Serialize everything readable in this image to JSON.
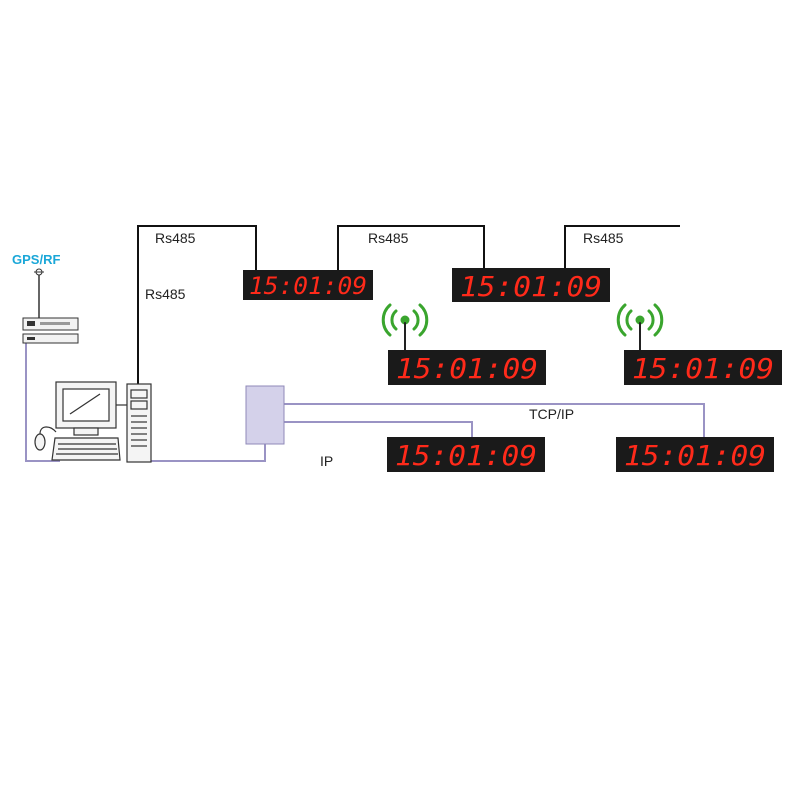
{
  "labels": {
    "gps": "GPS/RF",
    "rs485_top_left": "Rs485",
    "rs485_vertical": "Rs485",
    "rs485_mid": "Rs485",
    "rs485_right": "Rs485",
    "tcpip": "TCP/IP",
    "ip": "IP"
  },
  "clocks": {
    "clock_rs485_1": "15:01:09",
    "clock_rs485_2": "15:01:09",
    "clock_wireless_1": "15:01:09",
    "clock_wireless_2": "15:01:09",
    "clock_ip_1": "15:01:09",
    "clock_ip_2": "15:01:09"
  },
  "colors": {
    "rs485_line": "#111111",
    "network_line": "#9a93c4",
    "digit_red": "#ff2a1a",
    "wireless_green": "#3aa52e",
    "gps_label": "#1aa7d8",
    "switch_fill": "#d4d1ea"
  },
  "icons": [
    "gps-antenna-icon",
    "gps-receiver-icon",
    "computer-icon",
    "network-switch-icon",
    "wireless-antenna-icon"
  ]
}
